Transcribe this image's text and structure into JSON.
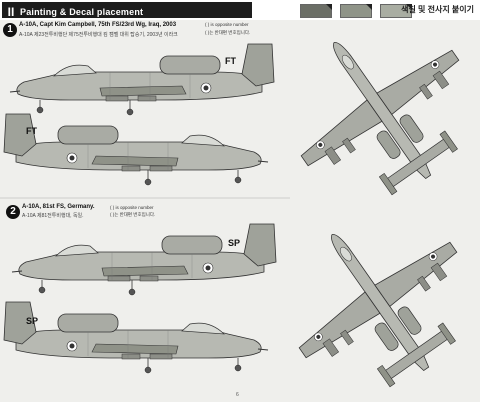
{
  "header": {
    "mark": "II",
    "title": "Painting & Decal placement",
    "korean_title": "색칠 및 전사지 붙이기",
    "swatch_colors": [
      "#6b6e66",
      "#8f9488",
      "#a9ada2"
    ]
  },
  "section1": {
    "number": "1",
    "title": "A-10A, Capt Kim Campbell, 75th FS/23rd Wg, Iraq, 2003",
    "korean": "A-10A 제23전투비행단 제75전투비행대 킴 캠벨 대위 탑승기, 2003년 이라크",
    "note_en": "( ) is opposite number",
    "note_kr": "( )는 반대편 번호입니다.",
    "tail_code": "FT"
  },
  "section2": {
    "number": "2",
    "title": "A-10A, 81st FS, Germany.",
    "korean": "A-10A 제81전투비행대, 독일.",
    "note_en": "( ) is opposite number",
    "note_kr": "( )는 반대편 번호입니다.",
    "tail_code": "SP"
  },
  "footer": {
    "page": "6"
  }
}
